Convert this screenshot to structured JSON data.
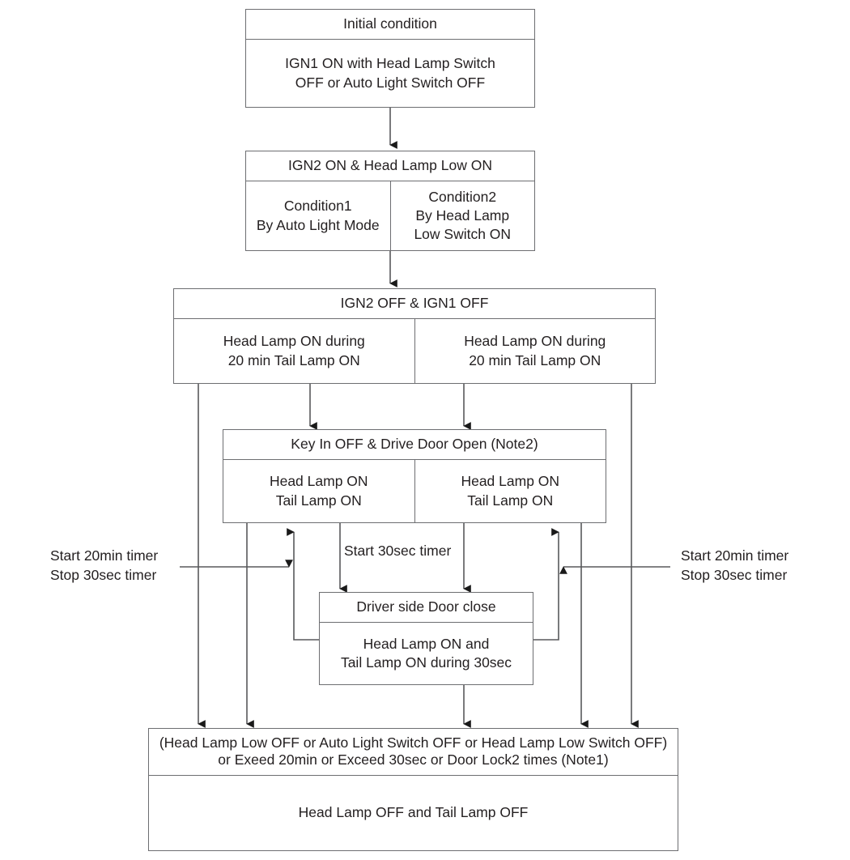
{
  "diagram": {
    "title": "Head Lamp / Tail Lamp control state flow",
    "line_color": "#58595b",
    "box_border_color": "#6d6e71",
    "text_color": "#231f20",
    "background": "#ffffff"
  },
  "nodes": {
    "initial": {
      "header": "Initial condition",
      "cells": [
        "IGN1 ON with Head Lamp Switch\nOFF or Auto Light Switch OFF"
      ]
    },
    "ign2_on": {
      "header": "IGN2 ON & Head Lamp Low ON",
      "cells": [
        "Condition1\nBy Auto Light Mode",
        "Condition2\nBy Head Lamp\nLow Switch ON"
      ]
    },
    "ign_off": {
      "header": "IGN2 OFF & IGN1 OFF",
      "cells": [
        "Head Lamp ON during\n20 min Tail Lamp ON",
        "Head Lamp ON during\n20 min Tail Lamp ON"
      ]
    },
    "key_in_off": {
      "header": "Key In OFF & Drive Door Open (Note2)",
      "cells": [
        "Head Lamp ON\nTail Lamp ON",
        "Head Lamp ON\nTail Lamp ON"
      ]
    },
    "door_close": {
      "header": "Driver side Door close",
      "cells": [
        "Head Lamp ON and\nTail Lamp ON during 30sec"
      ]
    },
    "lamps_off": {
      "header": "(Head Lamp Low OFF or Auto Light Switch OFF or Head Lamp Low Switch OFF)\nor Exeed  20min or Exceed 30sec or Door Lock2 times (Note1)",
      "cells": [
        "Head Lamp OFF and Tail Lamp OFF"
      ]
    }
  },
  "annotations": {
    "timer_left": "Start 20min timer\nStop 30sec timer",
    "timer_right": "Start 20min timer\nStop 30sec timer",
    "timer_middle": "Start 30sec timer"
  }
}
